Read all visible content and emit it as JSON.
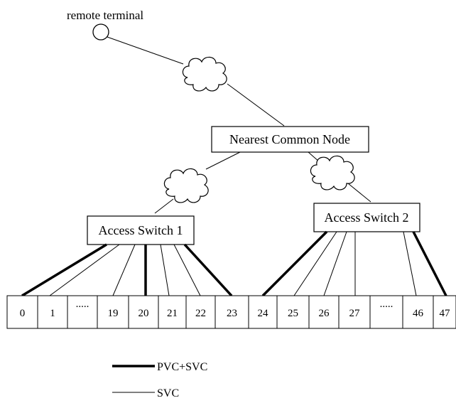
{
  "diagram": {
    "remote_terminal": "remote terminal",
    "nearest_common_node": "Nearest Common Node",
    "access_switch_1": "Access Switch 1",
    "access_switch_2": "Access Switch 2",
    "ports": [
      "0",
      "1",
      ".....",
      "19",
      "20",
      "21",
      "22",
      "23",
      "24",
      "25",
      "26",
      "27",
      ".....",
      "46",
      "47"
    ],
    "legend": {
      "pvc_svc": "PVC+SVC",
      "svc": "SVC"
    }
  }
}
